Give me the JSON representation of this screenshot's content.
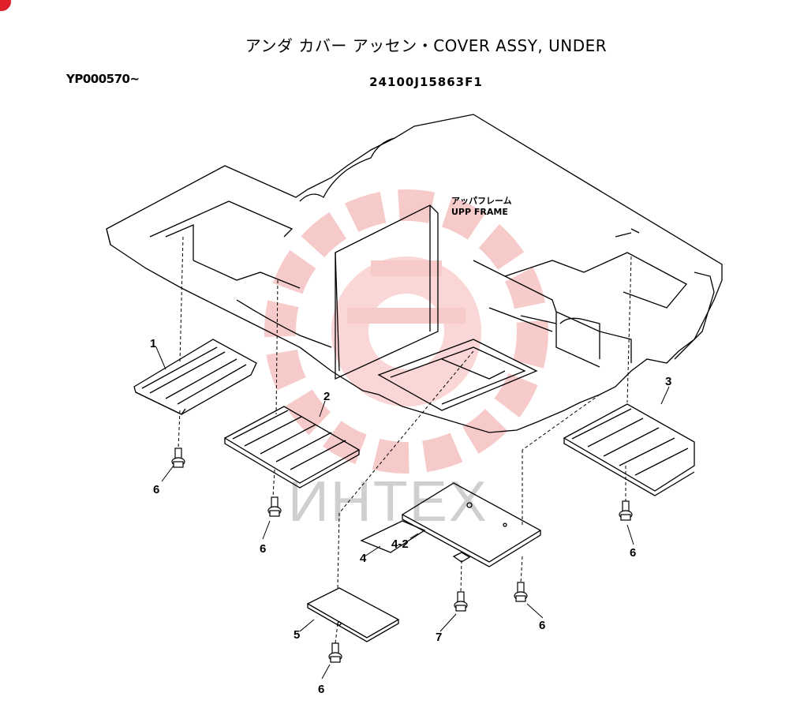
{
  "header": {
    "title": "アンダ カバー アッセン・COVER ASSY, UNDER",
    "serial": "YP000570~",
    "part_number": "24100J15863F1"
  },
  "frame_label": {
    "jp": "アッパフレーム",
    "en": "UPP FRAME"
  },
  "callouts": {
    "c1": "1",
    "c2": "2",
    "c3": "3",
    "c4": "4",
    "c4_2": "4-2",
    "c5": "5",
    "c6": "6",
    "c7": "7"
  },
  "watermark": {
    "text": "ИНТЕХ",
    "color": "#f08080"
  },
  "colors": {
    "line": "#000000",
    "watermark_red": "#f2a0a0",
    "accent_red": "#e0202a"
  }
}
